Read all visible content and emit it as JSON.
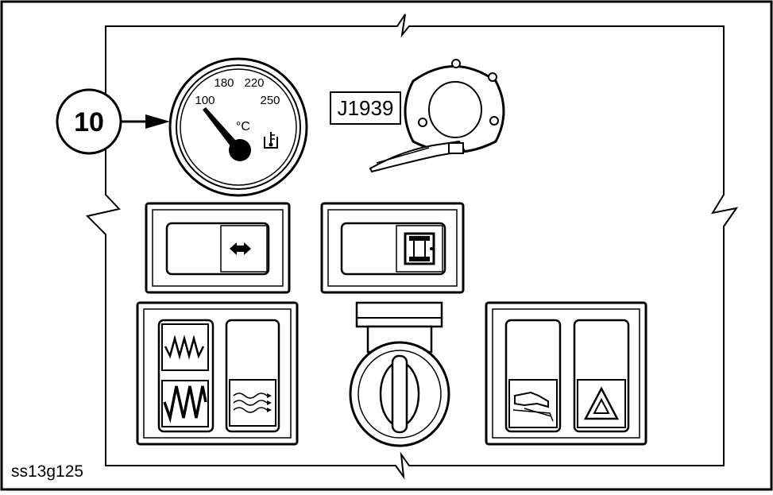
{
  "figure_id": "ss13g125",
  "callout": {
    "number": "10"
  },
  "gauge": {
    "ticks": [
      "100",
      "180",
      "220",
      "250"
    ],
    "unit": "°C",
    "icon": "coolant-temperature-icon"
  },
  "connector": {
    "label": "J1939"
  },
  "rocker_switches": [
    {
      "icon": "left-right-arrows-icon"
    },
    {
      "icon": "bracket-symbol-icon"
    }
  ],
  "left_panel": {
    "icons": [
      "heater-coil-small-icon",
      "heater-coil-large-icon",
      "heat-waves-icon"
    ]
  },
  "right_panel": {
    "icons": [
      "tool-icon",
      "hazard-triangle-icon"
    ]
  },
  "colors": {
    "ink": "#000000",
    "background": "#ffffff"
  }
}
